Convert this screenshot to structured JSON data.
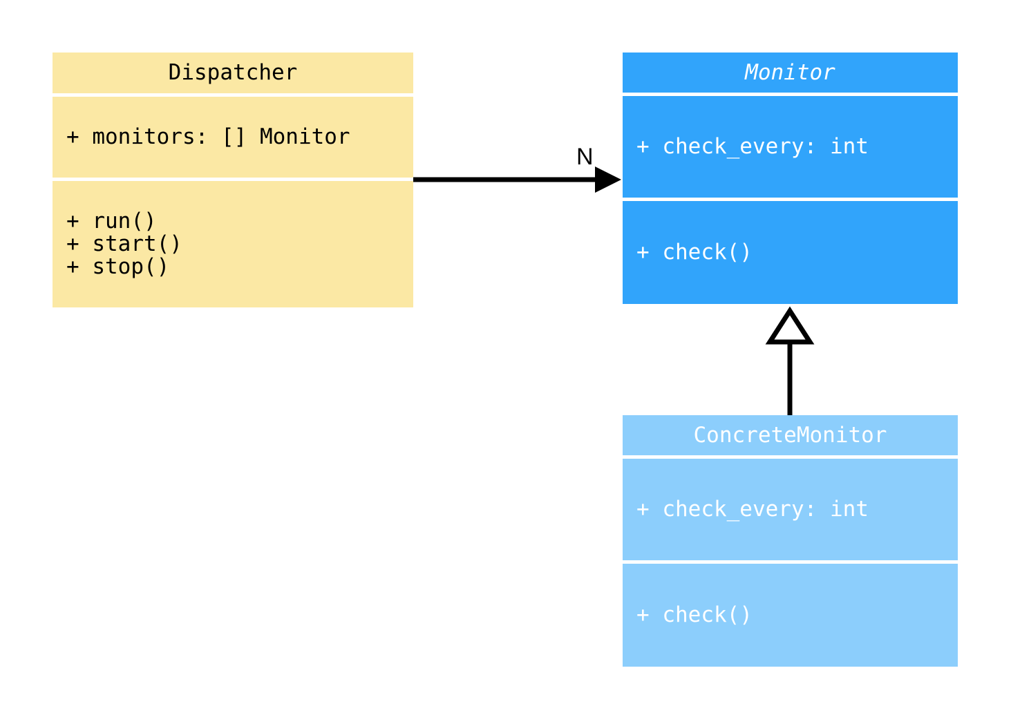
{
  "diagram": {
    "type": "uml-class-diagram",
    "background_color": "#ffffff",
    "classes": [
      {
        "id": "dispatcher",
        "name": "Dispatcher",
        "abstract": false,
        "fill_color": "#fbe8a4",
        "text_color": "#000000",
        "attributes": [
          "+ monitors: [] Monitor"
        ],
        "methods": [
          "+ run()",
          "+ start()",
          "+ stop()"
        ]
      },
      {
        "id": "monitor",
        "name": "Monitor",
        "abstract": true,
        "fill_color": "#31a4fb",
        "text_color": "#ffffff",
        "attributes": [
          "+ check_every: int"
        ],
        "methods": [
          "+ check()"
        ]
      },
      {
        "id": "concrete-monitor",
        "name": "ConcreteMonitor",
        "abstract": false,
        "fill_color": "#8ccefc",
        "text_color": "#ffffff",
        "attributes": [
          "+ check_every: int"
        ],
        "methods": [
          "+ check()"
        ]
      }
    ],
    "relationships": [
      {
        "id": "dispatcher-to-monitor",
        "kind": "association",
        "from": "Dispatcher",
        "to": "Monitor",
        "arrowhead": "solid-filled",
        "multiplicity_label": "N",
        "line_color": "#000000"
      },
      {
        "id": "concrete-monitor-to-monitor",
        "kind": "inheritance",
        "from": "ConcreteMonitor",
        "to": "Monitor",
        "arrowhead": "hollow-triangle",
        "multiplicity_label": "",
        "line_color": "#000000"
      }
    ]
  }
}
